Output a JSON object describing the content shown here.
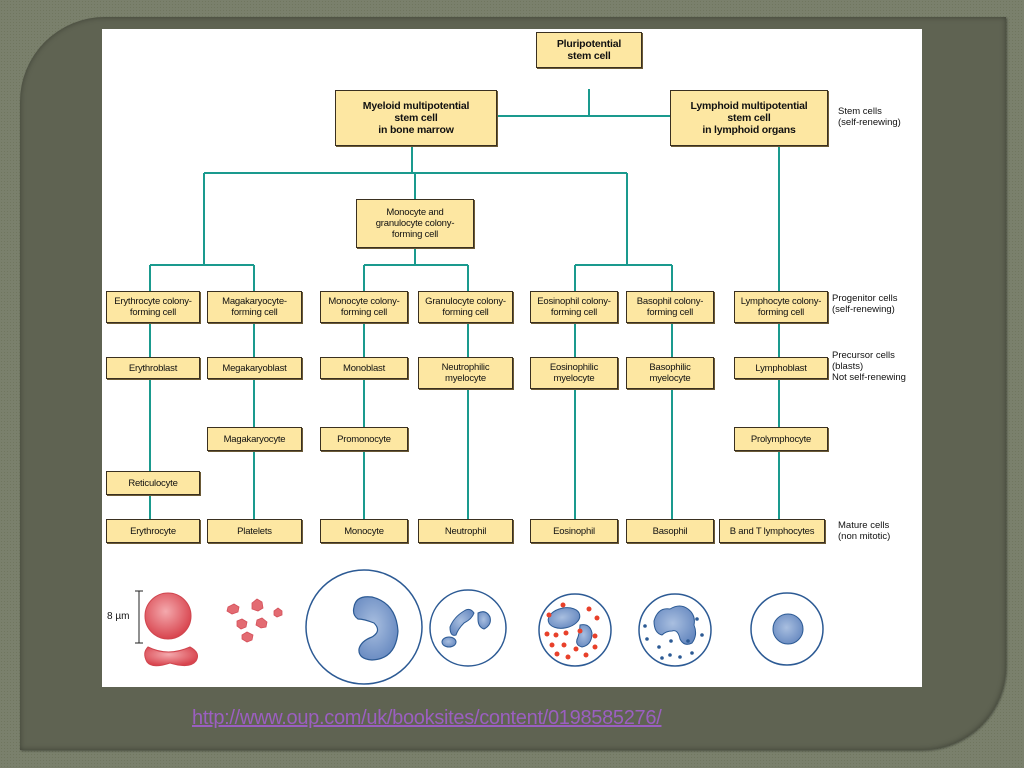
{
  "diagram": {
    "root": "Pluripotential\nstem cell",
    "myeloid_stem": "Myeloid multipotential\nstem cell\nin bone marrow",
    "lymphoid_stem": "Lymphoid multipotential\nstem cell\nin lymphoid organs",
    "mono_granulo_cfc": "Monocyte and\ngranulocyte colony-\nforming cell",
    "progenitors": [
      "Erythrocyte colony-\nforming cell",
      "Magakaryocyte-\nforming cell",
      "Monocyte colony-\nforming cell",
      "Granulocyte colony-\nforming cell",
      "Eosinophil colony-\nforming cell",
      "Basophil colony-\nforming cell",
      "Lymphocyte colony-\nforming cell"
    ],
    "precursors": [
      "Erythroblast",
      "Megakaryoblast",
      "Monoblast",
      "Neutrophilic\nmyelocyte",
      "Eosinophilic\nmyelocyte",
      "Basophilic\nmyelocyte",
      "Lymphoblast"
    ],
    "intermediates": {
      "megakaryocyte": "Magakaryocyte",
      "promonocyte": "Promonocyte",
      "prolymphocyte": "Prolymphocyte",
      "reticulocyte": "Reticulocyte"
    },
    "mature": [
      "Erythrocyte",
      "Platelets",
      "Monocyte",
      "Neutrophil",
      "Eosinophil",
      "Basophil",
      "B and T lymphocytes"
    ],
    "side_labels": {
      "stem": "Stem cells\n(self-renewing)",
      "progenitor": "Progenitor cells\n(self-renewing)",
      "precursor": "Precursor cells\n(blasts)\nNot self-renewing",
      "mature": "Mature cells\n(non mitotic)"
    },
    "scale_label": "8 µm",
    "colors": {
      "box_fill": "#fde7a2",
      "connector": "#1a9a8e",
      "red_cell": "#e0515a",
      "nucleus": "#6f93c8",
      "cell_outline": "#2c5a94",
      "eosinophil_granule": "#e8402a"
    }
  },
  "footer": {
    "link": "http://www.oup.com/uk/booksites/content/0198585276/"
  }
}
